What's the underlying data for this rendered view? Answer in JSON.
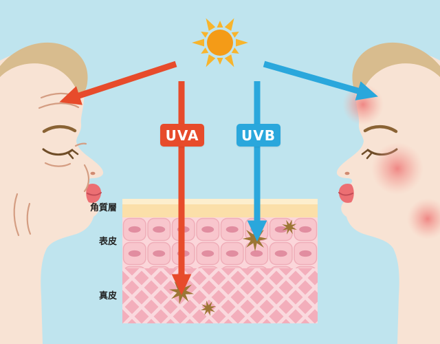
{
  "diagram": {
    "uva_label": "UVA",
    "uvb_label": "UVB",
    "skin_layers": {
      "stratum_corneum": "角質層",
      "epidermis": "表皮",
      "dermis": "真皮"
    },
    "colors": {
      "background": "#bfe4ee",
      "uva": "#e74b2b",
      "uvb": "#2aa7dc",
      "sun_core": "#f49b17",
      "sun_rays": "#f8b42c",
      "face_skin": "#f8e3d4",
      "hair": "#d8bc8e",
      "stratum_corneum_fill": "#fbdfa9",
      "epidermis_fill": "#fbd6da",
      "skin_cell": "#f8c6cd",
      "cell_nucleus": "#e18da0",
      "dermis_fill": "#f3aebb",
      "dermis_lattice": "#fad9de",
      "uv_damage": "#9c7634",
      "sunburn": "#ef7d7d"
    }
  }
}
